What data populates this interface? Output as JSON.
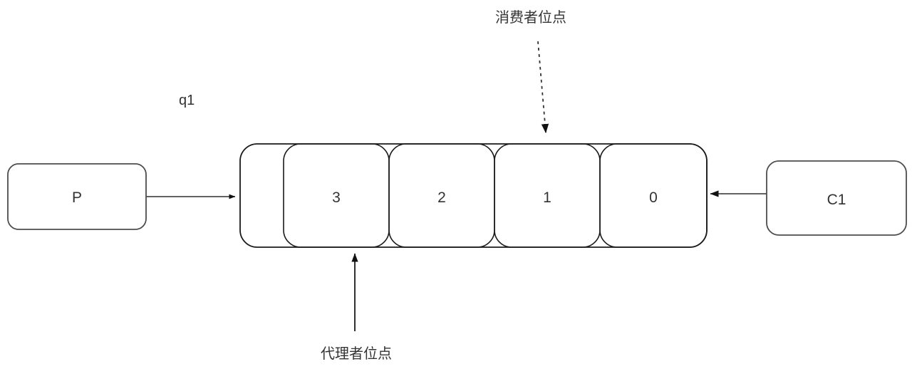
{
  "diagram": {
    "title_hidden": "",
    "background_color": "#ffffff",
    "stroke_color": "#1a1a1a",
    "text_color": "#333333",
    "nodes": {
      "producer": {
        "label": "P",
        "name": "producer-box"
      },
      "consumer": {
        "label": "C1",
        "name": "consumer-box"
      },
      "queue": {
        "label": "q1",
        "name": "queue-container",
        "cells": [
          {
            "label": "3"
          },
          {
            "label": "2"
          },
          {
            "label": "1"
          },
          {
            "label": "0"
          }
        ]
      }
    },
    "annotations": {
      "consumer_offset": {
        "label": "消费者位点",
        "arrow_style": "dashed",
        "points_to_cell": "1"
      },
      "broker_offset": {
        "label": "代理者位点",
        "arrow_style": "solid",
        "points_to_cell": "3"
      }
    },
    "edges": {
      "producer_to_queue": {
        "style": "solid",
        "direction": "right"
      },
      "consumer_to_queue": {
        "style": "solid",
        "direction": "left"
      }
    }
  }
}
